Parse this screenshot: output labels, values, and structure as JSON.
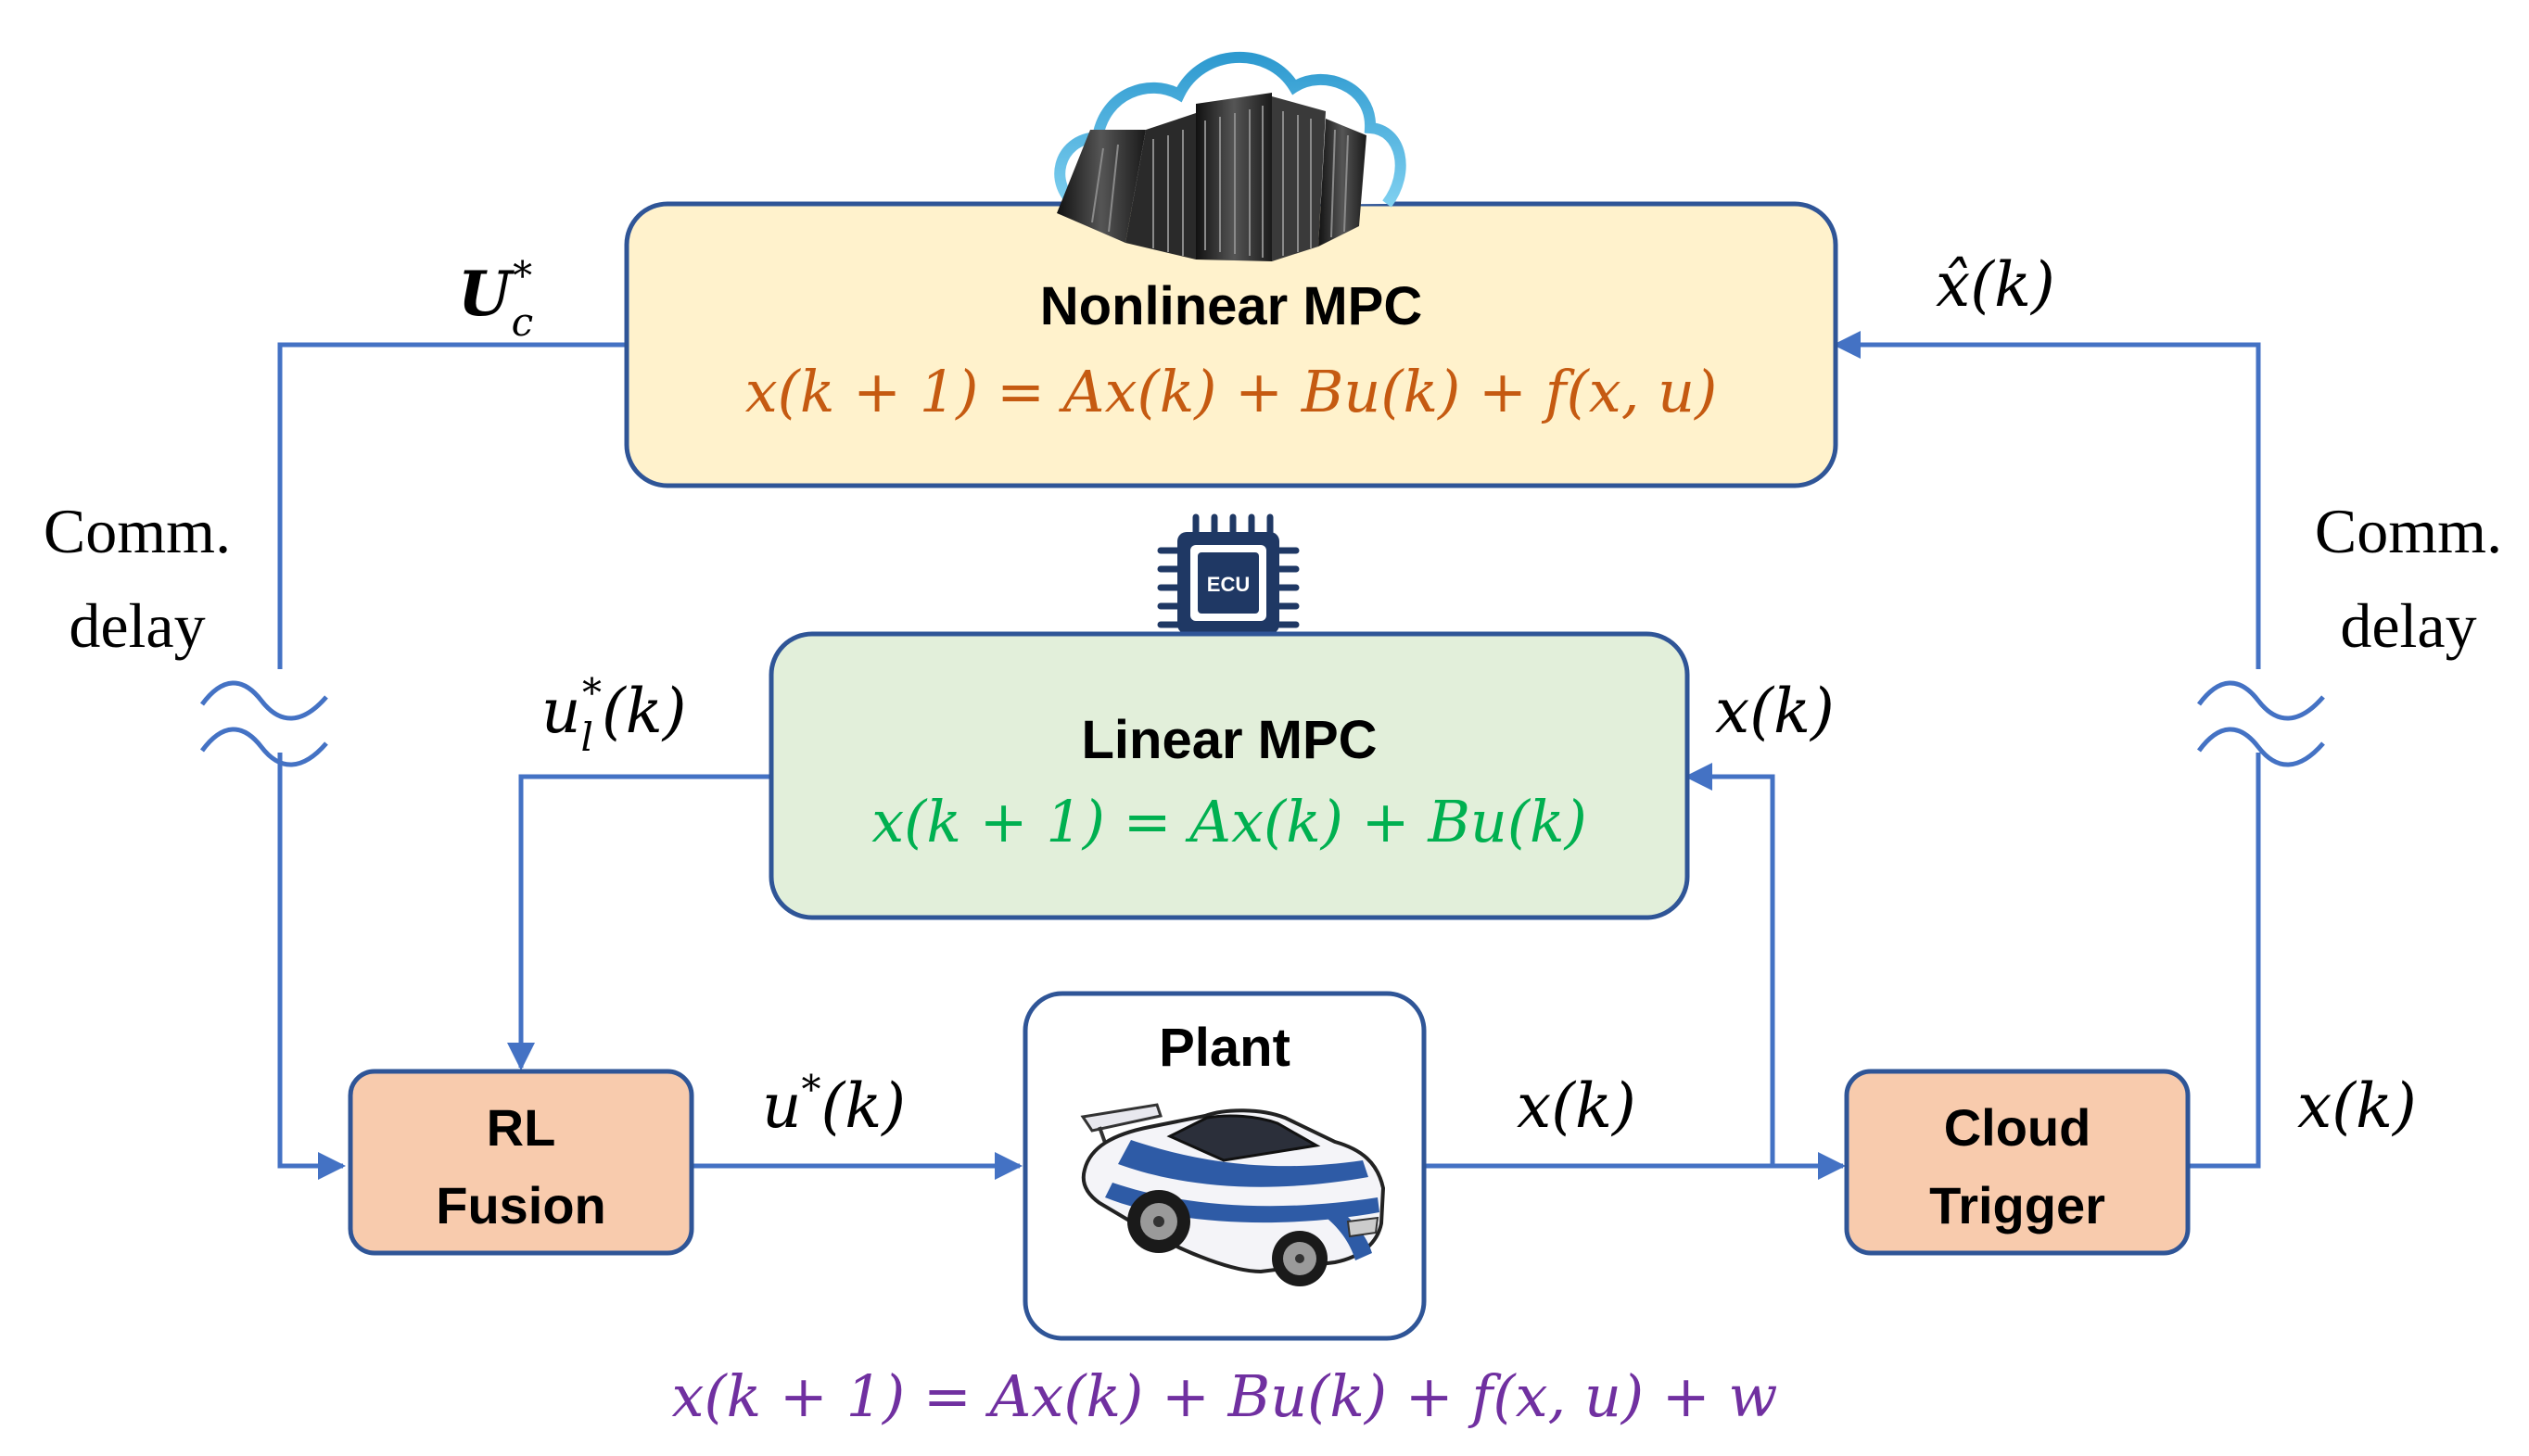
{
  "colors": {
    "wire": "#4472C4",
    "box_border": "#2F5597",
    "nonlinear_fill": "#FFF2CC",
    "linear_fill": "#E2EFDA",
    "block_fill": "#F8CBAD",
    "nonlinear_eq": "#C55A11",
    "linear_eq": "#00B050",
    "plant_eq": "#7030A0"
  },
  "icons": {
    "cloud": "cloud-server-icon",
    "ecu": "ecu-chip-icon",
    "car": "race-car-icon"
  },
  "blocks": {
    "nonlinear_mpc": {
      "title": "Nonlinear MPC",
      "equation": "x(k + 1) = Ax(k) + Bu(k) + f(x, u)"
    },
    "linear_mpc": {
      "title": "Linear MPC",
      "equation": "x(k + 1) = Ax(k) + Bu(k)"
    },
    "rl_fusion": {
      "line1": "RL",
      "line2": "Fusion"
    },
    "plant": {
      "title": "Plant",
      "equation": "x(k + 1) = Ax(k) + Bu(k) + f(x, u) + w"
    },
    "cloud_trigger": {
      "line1": "Cloud",
      "line2": "Trigger"
    },
    "ecu_label": "ECU"
  },
  "signals": {
    "u_c_star": {
      "base": "U",
      "sub": "c",
      "sup": "*"
    },
    "x_hat": "x̂(k)",
    "u_l_star": {
      "base": "u",
      "sub": "l",
      "sup": "*",
      "tail": "(k)"
    },
    "x_to_linear": "x(k)",
    "u_star": {
      "base": "u",
      "sup": "*",
      "tail": "(k)"
    },
    "x_plant_out": "x(k)",
    "x_trigger_out": "x(k)"
  },
  "annotations": {
    "left_delay": {
      "line1": "Comm.",
      "line2": "delay"
    },
    "right_delay": {
      "line1": "Comm.",
      "line2": "delay"
    }
  }
}
